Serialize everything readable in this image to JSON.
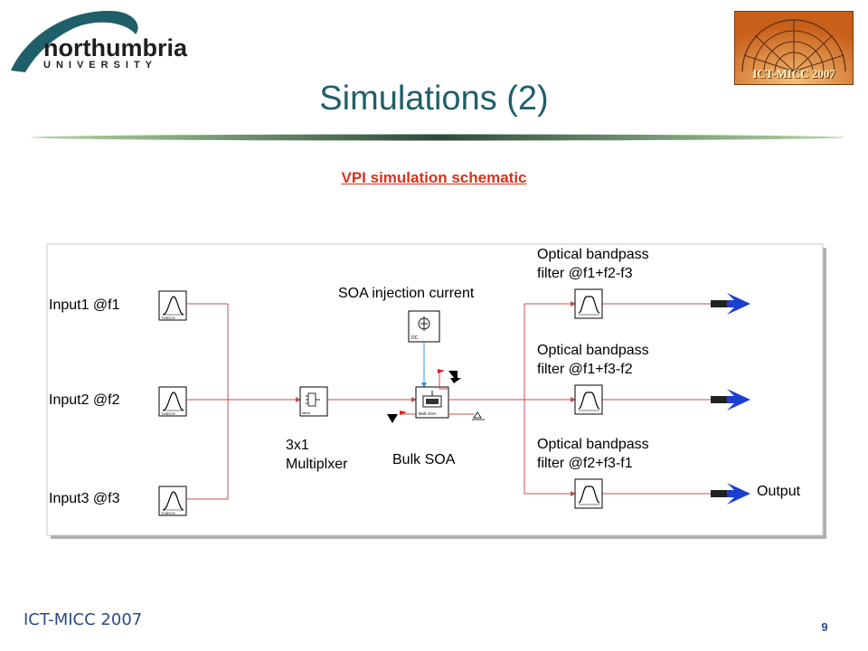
{
  "header": {
    "left_logo_name": "northumbria",
    "left_logo_sub": "UNIVERSITY",
    "right_logo_text": "ICT-MICC 2007"
  },
  "slide": {
    "title": "Simulations (2)",
    "subtitle": "VPI simulation schematic"
  },
  "diagram": {
    "inputs": [
      "Input1 @f1",
      "Input2 @f2",
      "Input3 @f3"
    ],
    "mux_label_line1": "3x1",
    "mux_label_line2": "Multiplxer",
    "soa_current_label": "SOA injection current",
    "bulk_soa_label": "Bulk SOA",
    "filter_labels": [
      [
        "Optical bandpass",
        "filter @f1+f2-f3"
      ],
      [
        "Optical bandpass",
        "filter @f1+f3-f2"
      ],
      [
        "Optical bandpass",
        "filter @f2+f3-f1"
      ]
    ],
    "output_label": "Output",
    "icon_small_labels": {
      "source": "TxSECH",
      "mux": "Ideal",
      "dc": "DC",
      "soa": "Bulk SOA"
    },
    "colors": {
      "wire": "#c0504d",
      "control_wire": "#3b8fd6",
      "arrow": "#1b3fd0",
      "title": "#1f5f6a",
      "subtitle": "#d8321c",
      "footer": "#2a4a8a"
    }
  },
  "footer": {
    "conference": "ICT-MICC 2007",
    "page_number": "9"
  }
}
